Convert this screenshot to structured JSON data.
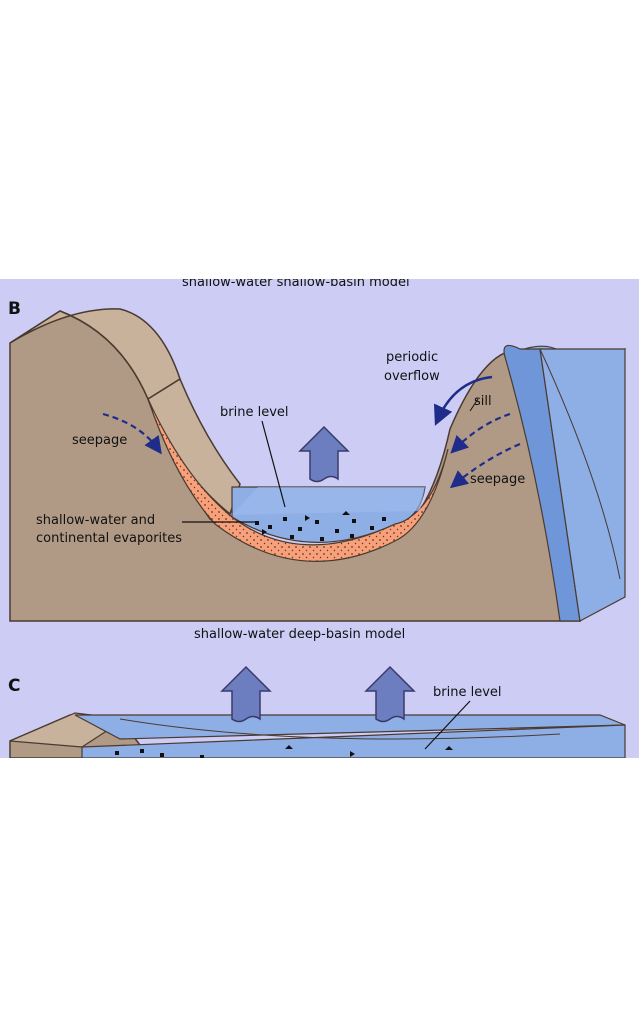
{
  "panel_b": {
    "title": "shallow-water shallow-basin model",
    "letter": "B",
    "labels": {
      "periodic_overflow": [
        "periodic",
        "overflow"
      ],
      "sill": "sill",
      "brine_level": "brine level",
      "seepage_left": "seepage",
      "seepage_right": "seepage",
      "evaporites": [
        "shallow-water and",
        "continental evaporites"
      ]
    }
  },
  "panel_c": {
    "title": "shallow-water deep-basin model",
    "letter": "C",
    "labels": {
      "brine_level": "brine level"
    }
  },
  "colors": {
    "background": "#ccccf5",
    "ground": "#b09a86",
    "ground_top": "#c8b29c",
    "water": "#8eaee6",
    "water_dark": "#6f96d8",
    "evaporite_layer": "#f7a07a",
    "arrow": "#6d7ec0",
    "seepage_arrow": "#1f2c8a"
  }
}
